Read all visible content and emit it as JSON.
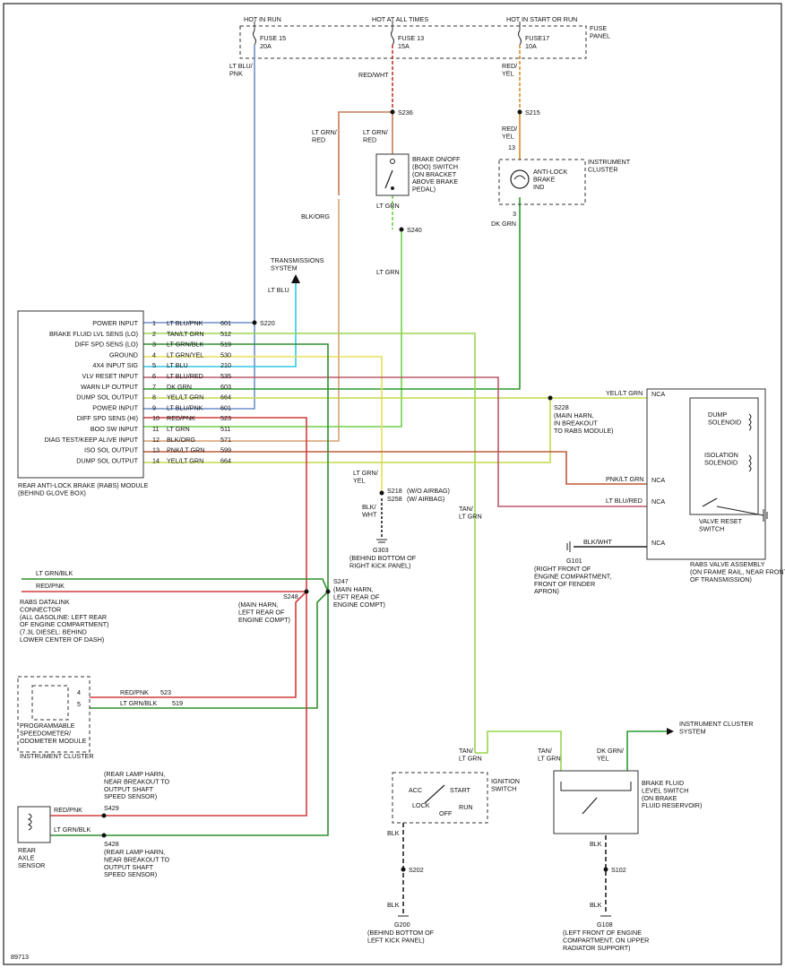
{
  "colors": {
    "lt_blu_pnk": "#6f8fc9",
    "red_wht": "#c0392b",
    "red_yel": "#d98c2b",
    "lt_grn_red": "#c97a55",
    "lt_grn": "#6fd14a",
    "dk_grn": "#2e9a2e",
    "lt_blu": "#33c7e6",
    "yel_lt_grn": "#c4d94a",
    "red_pnk": "#d23c3c",
    "lt_grn_blk": "#2f8f2f",
    "lt_blu_red": "#b85a6a",
    "blk_org": "#d9a070",
    "pnk_lt_grn": "#c05a3a",
    "lt_grn_yel": "#e6e05a",
    "tan_lt_grn": "#98d64e"
  },
  "fuse_panel": {
    "hot_in_run": "HOT IN RUN",
    "hot_all_times": "HOT AT ALL TIMES",
    "hot_start_run": "HOT IN START OR RUN",
    "label": "FUSE\nPANEL",
    "fuse15": "FUSE 15",
    "fuse15_amp": "20A",
    "fuse13": "FUSE 13",
    "fuse13_amp": "15A",
    "fuse17": "FUSE17",
    "fuse17_amp": "10A"
  },
  "wires": {
    "lt_blu_pnk_top": "LT BLU/\nPNK",
    "red_wht": "RED/WHT",
    "red_yel_top": "RED/\nYEL",
    "lt_grn_red_left": "LT GRN/\nRED",
    "lt_grn_red_mid": "LT GRN/\nRED",
    "red_yel_mid": "RED/\nYEL",
    "blk_org": "BLK/ORG",
    "lt_grn_1": "LT GRN",
    "dk_grn": "DK GRN",
    "lt_grn_2": "LT GRN",
    "lt_blu": "LT BLU",
    "lt_grn_yel": "LT GRN/\nYEL",
    "blk_wht": "BLK/\nWHT",
    "tan_lt_grn": "TAN/\nLT GRN",
    "yel_lt_grn": "YEL/LT GRN",
    "pnk_lt_grn": "PNK/LT GRN",
    "lt_blu_red": "LT BLU/RED",
    "blk_wht_g101": "BLK/WHT",
    "lt_grn_blk_top": "LT GRN/BLK",
    "red_pnk_top": "RED/PNK",
    "red_pnk_ic": "RED/PNK",
    "ic_523": "523",
    "lt_grn_blk_ic": "LT GRN/BLK",
    "ic_519": "519",
    "red_pnk_sensor": "RED/PNK",
    "lt_grn_blk_sensor": "LT GRN/BLK",
    "tan_lt_grn_ign": "TAN/\nLT GRN",
    "tan_lt_grn_bf": "TAN/\nLT GRN",
    "dk_grn_yel": "DK GRN/\nYEL",
    "blk_ign": "BLK",
    "blk_ign2": "BLK",
    "blk_bf": "BLK",
    "blk_bf2": "BLK",
    "pin13": "13",
    "pin3": "3"
  },
  "splices": {
    "s236": "S236",
    "s215": "S215",
    "s240": "S240",
    "s220": "S220",
    "s228": "S228",
    "s228_desc": "(MAIN HARN,\nIN BREAKOUT\nTO RABS MODULE)",
    "s218": "S218",
    "s218_note": "(W/O AIRBAG)",
    "s258": "S258",
    "s258_note": "(W/ AIRBAG)",
    "s247": "S247",
    "s247_desc": "(MAIN HARN,\nLEFT REAR OF\nENGINE COMPT)",
    "s248": "S248",
    "s248_desc": "(MAIN HARN,\nLEFT REAR OF\nENGINE COMPT)",
    "s429": "S429",
    "s429_desc": "(REAR LAMP HARN,\nNEAR BREAKOUT TO\nOUTPUT SHAFT\nSPEED SENSOR)",
    "s428": "S428",
    "s428_desc": "(REAR LAMP HARN,\nNEAR BREAKOUT TO\nOUTPUT SHAFT\nSPEED SENSOR)",
    "s202": "S202",
    "s102": "S102"
  },
  "grounds": {
    "g303": "G303",
    "g303_desc": "(BEHIND BOTTOM OF\nRIGHT KICK PANEL)",
    "g101": "G101",
    "g101_desc": "(RIGHT FRONT OF\nENGINE COMPARTMENT,\nFRONT OF FENDER\nAPRON)",
    "g200": "G200",
    "g200_desc": "(BEHIND BOTTOM OF\nLEFT KICK PANEL)",
    "g108": "G108",
    "g108_desc": "(LEFT FRONT OF ENGINE\nCOMPARTMENT, ON UPPER\nRADIATOR SUPPORT)"
  },
  "components": {
    "boo_switch": "BRAKE ON/OFF\n(BOO) SWITCH\n(ON BRACKET\nABOVE BRAKE\nPEDAL)",
    "anti_lock_ind": "ANTI-LOCK\nBRAKE\nIND",
    "instrument_cluster": "INSTRUMENT\nCLUSTER",
    "transmission_system": "TRANSMISSIONS\nSYSTEM",
    "rabs_module": "REAR ANTI-LOCK BRAKE (RABS) MODULE\n(BEHIND GLOVE BOX)",
    "dump_solenoid": "DUMP\nSOLENOID",
    "isolation_solenoid": "ISOLATION\nSOLENOID",
    "valve_reset_switch": "VALVE RESET\nSWITCH",
    "rabs_valve_assembly": "RABS VALVE ASSEMBLY\n(ON FRAME RAIL, NEAR FRONT\nOF TRANSMISSION)",
    "nca": "NCA",
    "datalink": "RABS DATALINK\nCONNECTOR\n(ALL GASOLINE: LEFT REAR\nOF ENGINE COMPARTMENT)\n(7.3L DIESEL: BEHIND\nLOWER CENTER OF DASH)",
    "speedo_module": "PROGRAMMABLE\nSPEEDOMETER/\nODOMETER MODULE",
    "ic_label": "INSTRUMENT CLUSTER",
    "ic_pin4": "4",
    "ic_pin5": "5",
    "rear_axle_sensor": "REAR\nAXLE\nSENSOR",
    "ignition_switch": "IGNITION\nSWITCH",
    "ign_acc": "ACC",
    "ign_start": "START",
    "ign_lock": "LOCK",
    "ign_run": "RUN",
    "ign_off": "OFF",
    "brake_fluid_switch": "BRAKE FLUID\nLEVEL SWITCH\n(ON BRAKE\nFLUID RESERVOIR)",
    "ic_system": "INSTRUMENT CLUSTER\nSYSTEM",
    "figure_id": "89713"
  },
  "module_pins": [
    {
      "name": "POWER INPUT",
      "num": "1",
      "color": "LT BLU/PNK",
      "circuit": "601"
    },
    {
      "name": "BRAKE FLUID LVL SENS (LO)",
      "num": "2",
      "color": "TAN/LT GRN",
      "circuit": "512"
    },
    {
      "name": "DIFF SPD SENS (LO)",
      "num": "3",
      "color": "LT GRN/BLK",
      "circuit": "519"
    },
    {
      "name": "GROUND",
      "num": "4",
      "color": "LT GRN/YEL",
      "circuit": "530"
    },
    {
      "name": "4X4 INPUT SIG",
      "num": "5",
      "color": "LT BLU",
      "circuit": "210"
    },
    {
      "name": "VLV RESET INPUT",
      "num": "6",
      "color": "LT BLU/RED",
      "circuit": "535"
    },
    {
      "name": "WARN LP OUTPUT",
      "num": "7",
      "color": "DK GRN",
      "circuit": "603"
    },
    {
      "name": "DUMP SOL OUTPUT",
      "num": "8",
      "color": "YEL/LT GRN",
      "circuit": "664"
    },
    {
      "name": "POWER INPUT",
      "num": "9",
      "color": "LT BLU/PNK",
      "circuit": "601"
    },
    {
      "name": "DIFF SPD SENS (HI)",
      "num": "10",
      "color": "RED/PNK",
      "circuit": "523"
    },
    {
      "name": "BOO SW INPUT",
      "num": "11",
      "color": "LT GRN",
      "circuit": "511"
    },
    {
      "name": "DIAG TEST/KEEP ALIVE INPUT",
      "num": "12",
      "color": "BLK/ORG",
      "circuit": "571"
    },
    {
      "name": "ISO SOL OUTPUT",
      "num": "13",
      "color": "PNK/LT GRN",
      "circuit": "599"
    },
    {
      "name": "DUMP SOL OUTPUT",
      "num": "14",
      "color": "YEL/LT GRN",
      "circuit": "664"
    }
  ]
}
